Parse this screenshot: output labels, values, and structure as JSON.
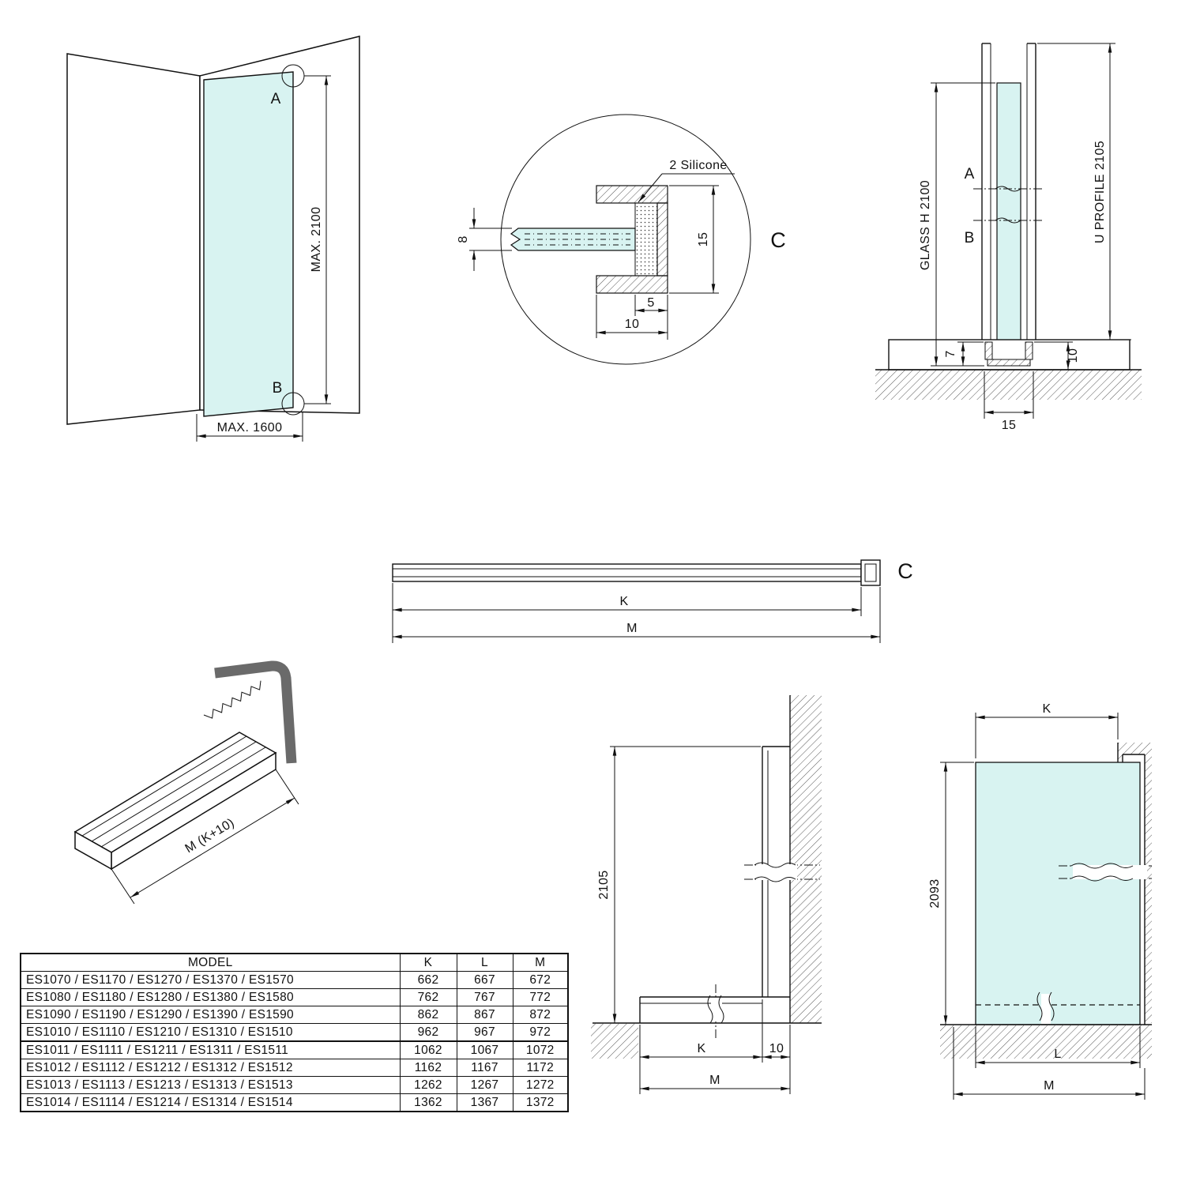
{
  "colors": {
    "glass": "#d8f3f1",
    "ink": "#111111",
    "angle_gray": "#6a6a6a"
  },
  "corner_view": {
    "label_a": "A",
    "label_b": "B",
    "max_height": "MAX. 2100",
    "max_width": "MAX. 1600"
  },
  "detail_view": {
    "callout": "C",
    "silicone": "2 Silicone",
    "glass_thickness": "8",
    "profile_height": "15",
    "glass_inset": "5",
    "profile_depth": "10"
  },
  "section_view": {
    "label_a": "A",
    "label_b": "B",
    "glass_height": "GLASS H 2100",
    "profile_length": "U PROFILE 2105",
    "dim_base": "7",
    "dim_depth": "10",
    "dim_width": "15"
  },
  "length_view": {
    "callout": "C",
    "dim_k": "K",
    "dim_m": "M"
  },
  "iso_view": {
    "length": "M (K+10)"
  },
  "wall_elevation": {
    "height": "2105",
    "dim_k": "K",
    "dim_offset": "10",
    "dim_m": "M"
  },
  "glass_elevation": {
    "dim_k": "K",
    "height": "2093",
    "dim_l": "L",
    "dim_m": "M"
  },
  "table": {
    "headers": [
      "MODEL",
      "K",
      "L",
      "M"
    ],
    "rows": [
      [
        "ES1070 / ES1170 / ES1270 / ES1370 / ES1570",
        "662",
        "667",
        "672"
      ],
      [
        "ES1080 / ES1180 / ES1280 / ES1380 / ES1580",
        "762",
        "767",
        "772"
      ],
      [
        "ES1090 / ES1190 / ES1290 / ES1390 / ES1590",
        "862",
        "867",
        "872"
      ],
      [
        "ES1010 / ES1110 / ES1210 / ES1310 / ES1510",
        "962",
        "967",
        "972"
      ],
      [
        "ES1011 / ES1111 / ES1211 / ES1311 / ES1511",
        "1062",
        "1067",
        "1072"
      ],
      [
        "ES1012 / ES1112 / ES1212 / ES1312 / ES1512",
        "1162",
        "1167",
        "1172"
      ],
      [
        "ES1013 / ES1113 / ES1213 / ES1313 / ES1513",
        "1262",
        "1267",
        "1272"
      ],
      [
        "ES1014 / ES1114 / ES1214 / ES1314 / ES1514",
        "1362",
        "1367",
        "1372"
      ]
    ]
  }
}
